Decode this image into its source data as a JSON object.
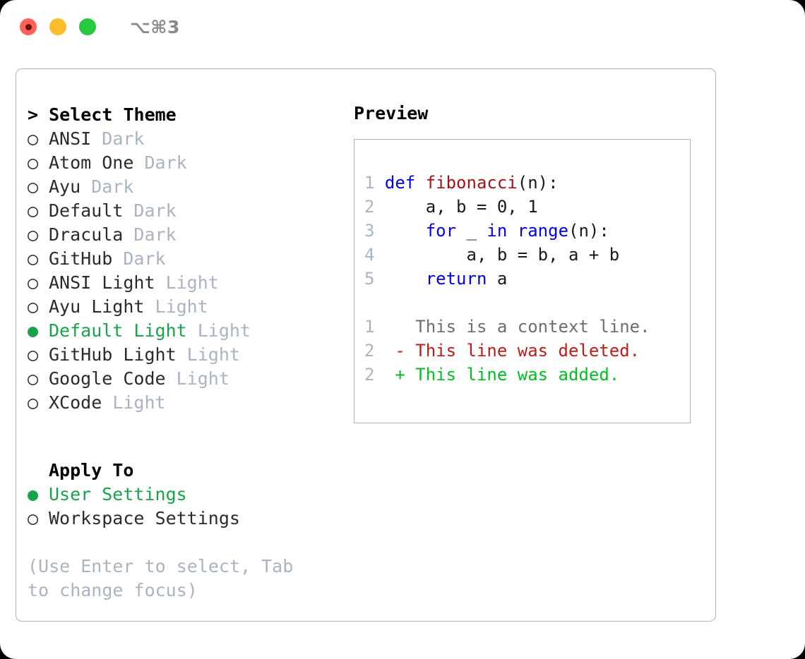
{
  "titlebar": {
    "shortcut": "⌥⌘3",
    "lights": [
      {
        "name": "close",
        "color": "#FF6159"
      },
      {
        "name": "minimize",
        "color": "#FFBD2E"
      },
      {
        "name": "maximize",
        "color": "#28C840"
      }
    ]
  },
  "theme_section": {
    "heading": "> Select Theme",
    "selected_marker": "●",
    "unselected_marker": "○",
    "options": [
      {
        "marker": "○",
        "label": "ANSI",
        "tag": "Dark",
        "selected": false
      },
      {
        "marker": "○",
        "label": "Atom One",
        "tag": "Dark",
        "selected": false
      },
      {
        "marker": "○",
        "label": "Ayu",
        "tag": "Dark",
        "selected": false
      },
      {
        "marker": "○",
        "label": "Default",
        "tag": "Dark",
        "selected": false
      },
      {
        "marker": "○",
        "label": "Dracula",
        "tag": "Dark",
        "selected": false
      },
      {
        "marker": "○",
        "label": "GitHub",
        "tag": "Dark",
        "selected": false
      },
      {
        "marker": "○",
        "label": "ANSI Light",
        "tag": "Light",
        "selected": false
      },
      {
        "marker": "○",
        "label": "Ayu Light",
        "tag": "Light",
        "selected": false
      },
      {
        "marker": "●",
        "label": "Default Light",
        "tag": "Light",
        "selected": true
      },
      {
        "marker": "○",
        "label": "GitHub Light",
        "tag": "Light",
        "selected": false
      },
      {
        "marker": "○",
        "label": "Google Code",
        "tag": "Light",
        "selected": false
      },
      {
        "marker": "○",
        "label": "XCode",
        "tag": "Light",
        "selected": false
      }
    ]
  },
  "apply_section": {
    "heading": "Apply To",
    "options": [
      {
        "marker": "●",
        "label": "User Settings",
        "selected": true
      },
      {
        "marker": "○",
        "label": "Workspace Settings",
        "selected": false
      }
    ]
  },
  "hint": "(Use Enter to select, Tab to change focus)",
  "preview": {
    "title": "Preview",
    "code_lines": [
      {
        "num": "1",
        "indent": "",
        "tokens": [
          {
            "t": "def ",
            "c": "kw"
          },
          {
            "t": "fibonacci",
            "c": "fn"
          },
          {
            "t": "(n):",
            "c": "plain"
          }
        ]
      },
      {
        "num": "2",
        "indent": "    ",
        "tokens": [
          {
            "t": "a, b = 0, 1",
            "c": "plain"
          }
        ]
      },
      {
        "num": "3",
        "indent": "    ",
        "tokens": [
          {
            "t": "for ",
            "c": "kw"
          },
          {
            "t": "_ ",
            "c": "plain"
          },
          {
            "t": "in ",
            "c": "kw"
          },
          {
            "t": "range",
            "c": "kw"
          },
          {
            "t": "(n):",
            "c": "plain"
          }
        ]
      },
      {
        "num": "4",
        "indent": "        ",
        "tokens": [
          {
            "t": "a, b = b, a + b",
            "c": "plain"
          }
        ]
      },
      {
        "num": "5",
        "indent": "    ",
        "tokens": [
          {
            "t": "return ",
            "c": "kw"
          },
          {
            "t": "a",
            "c": "plain"
          }
        ]
      }
    ],
    "diff_lines": [
      {
        "num": "1",
        "sign": " ",
        "text": "This is a context line.",
        "kind": "ctx"
      },
      {
        "num": "2",
        "sign": "-",
        "text": "This line was deleted.",
        "kind": "del"
      },
      {
        "num": "2",
        "sign": "+",
        "text": "This line was added.",
        "kind": "add"
      }
    ]
  },
  "colors": {
    "accent_green": "#17A34A",
    "muted": "#A9B4C2",
    "keyword": "#0000EE",
    "function": "#A31515",
    "diff_added": "#00C11F",
    "diff_deleted": "#C41A16",
    "diff_context": "#6E6E6E"
  }
}
